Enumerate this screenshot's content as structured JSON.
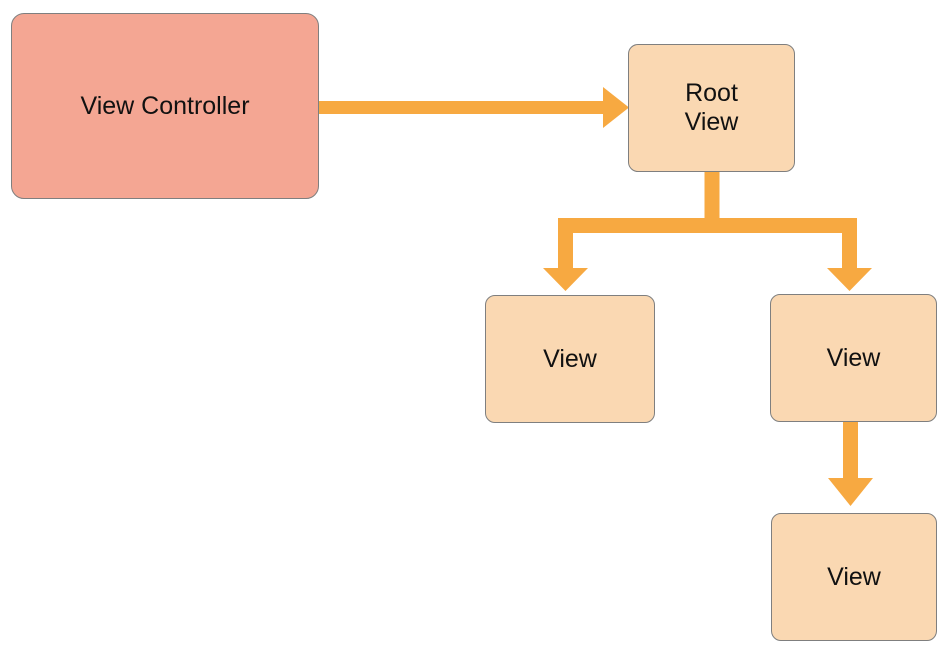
{
  "diagram": {
    "name": "view-controller-view-hierarchy",
    "background": "#FFFFFF",
    "colors": {
      "controller_fill": "#F4A693",
      "view_fill": "#FAD8B2",
      "node_stroke": "#7F7F7F",
      "arrow": "#F7A941",
      "label_text": "#111111"
    },
    "nodes": {
      "view_controller": {
        "label": "View Controller"
      },
      "root_view": {
        "label": "Root\nView"
      },
      "subview_left": {
        "label": "View"
      },
      "subview_right": {
        "label": "View"
      },
      "subview_bottom": {
        "label": "View"
      }
    },
    "edges": [
      {
        "from": "view_controller",
        "to": "root_view",
        "direction": "right"
      },
      {
        "from": "root_view",
        "to": "subview_left",
        "direction": "down"
      },
      {
        "from": "root_view",
        "to": "subview_right",
        "direction": "down"
      },
      {
        "from": "subview_right",
        "to": "subview_bottom",
        "direction": "down"
      }
    ]
  }
}
